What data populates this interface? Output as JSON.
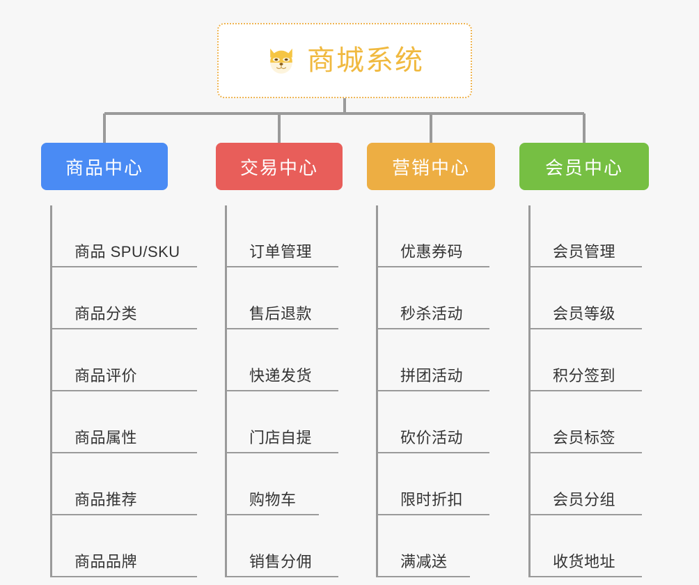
{
  "page": {
    "background_color": "#f7f7f7",
    "connector_color": "#9a9a9a"
  },
  "root": {
    "title": "商城系统",
    "icon": "shiba-dog-face-icon",
    "text_color": "#f0b93f",
    "border_color": "#efb450",
    "background_color": "#ffffff"
  },
  "branches": [
    {
      "label": "商品中心",
      "color": "#4a8bf4",
      "items": [
        "商品 SPU/SKU",
        "商品分类",
        "商品评价",
        "商品属性",
        "商品推荐",
        "商品品牌"
      ]
    },
    {
      "label": "交易中心",
      "color": "#e85e5a",
      "items": [
        "订单管理",
        "售后退款",
        "快递发货",
        "门店自提",
        "购物车",
        "销售分佣"
      ]
    },
    {
      "label": "营销中心",
      "color": "#edae43",
      "items": [
        "优惠券码",
        "秒杀活动",
        "拼团活动",
        "砍价活动",
        "限时折扣",
        "满减送"
      ]
    },
    {
      "label": "会员中心",
      "color": "#76bf43",
      "items": [
        "会员管理",
        "会员等级",
        "积分签到",
        "会员标签",
        "会员分组",
        "收货地址"
      ]
    }
  ]
}
